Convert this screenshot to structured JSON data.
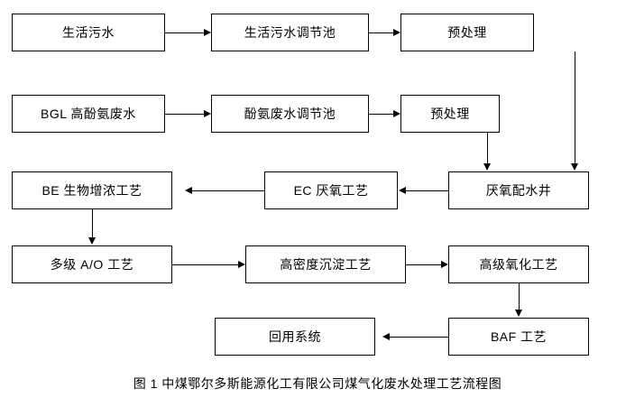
{
  "diagram": {
    "title": "图 1  中煤鄂尔多斯能源化工有限公司煤气化废水处理工艺流程图",
    "nodes": [
      {
        "id": "n1",
        "label": "生活污水"
      },
      {
        "id": "n2",
        "label": "生活污水调节池"
      },
      {
        "id": "n3",
        "label": "预处理"
      },
      {
        "id": "n4",
        "label": "BGL 高酚氨废水"
      },
      {
        "id": "n5",
        "label": "酚氨废水调节池"
      },
      {
        "id": "n6",
        "label": "预处理"
      },
      {
        "id": "n7",
        "label": "BE 生物增浓工艺"
      },
      {
        "id": "n8",
        "label": "EC 厌氧工艺"
      },
      {
        "id": "n9",
        "label": "厌氧配水井"
      },
      {
        "id": "n10",
        "label": "多级 A/O 工艺"
      },
      {
        "id": "n11",
        "label": "高密度沉淀工艺"
      },
      {
        "id": "n12",
        "label": "高级氧化工艺"
      },
      {
        "id": "n13",
        "label": "回用系统"
      },
      {
        "id": "n14",
        "label": "BAF 工艺"
      }
    ]
  }
}
